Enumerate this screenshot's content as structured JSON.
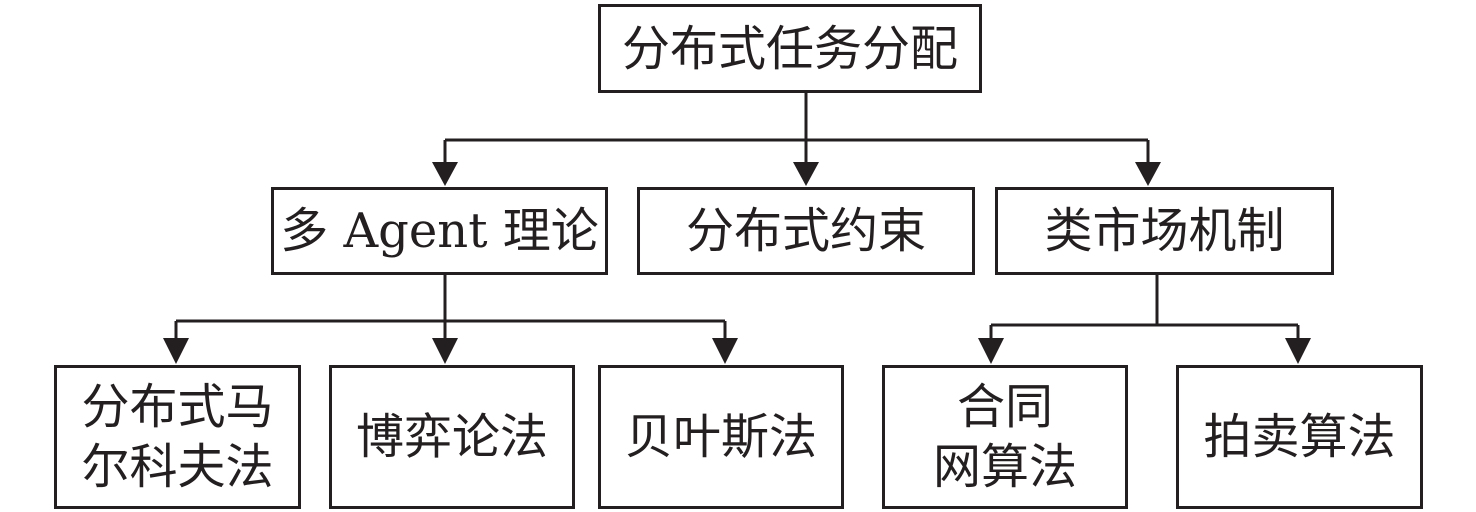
{
  "diagram": {
    "root": {
      "label": "分布式任务分配"
    },
    "level1": [
      {
        "label": "多 Agent 理论"
      },
      {
        "label": "分布式约束"
      },
      {
        "label": "类市场机制"
      }
    ],
    "level2_agent": [
      {
        "label": "分布式马\n尔科夫法"
      },
      {
        "label": "博弈论法"
      },
      {
        "label": "贝叶斯法"
      }
    ],
    "level2_market": [
      {
        "label": "合同\n网算法"
      },
      {
        "label": "拍卖算法"
      }
    ],
    "colors": {
      "stroke": "#231f20",
      "fill": "#ffffff"
    }
  }
}
